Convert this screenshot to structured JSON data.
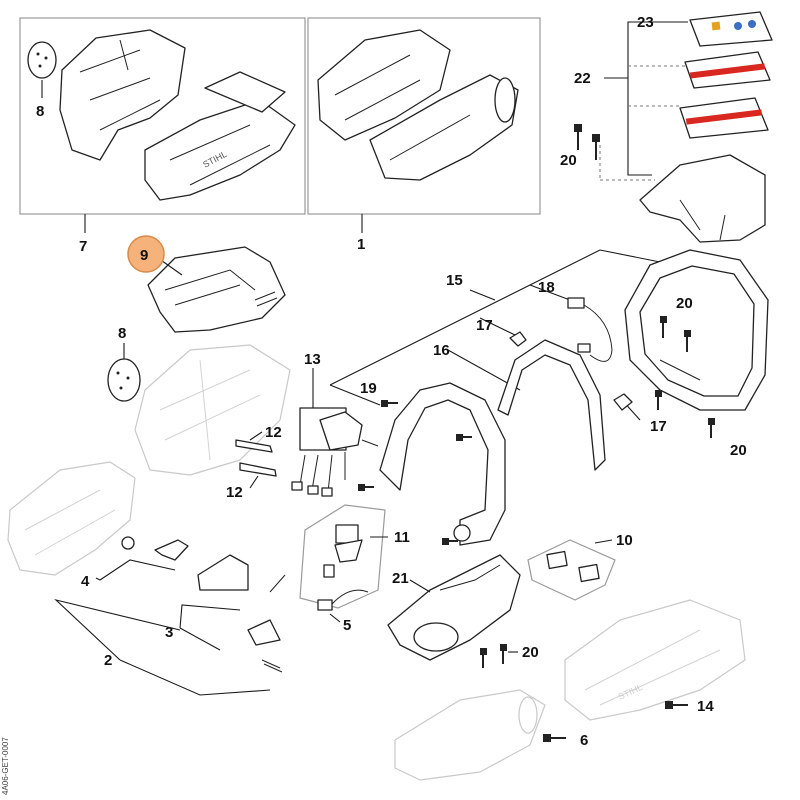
{
  "diagram": {
    "drawing_code": "4A06-GET-0007",
    "highlight_color": "#f5b27a",
    "highlight_stroke": "#d98a4a",
    "labels": {
      "p1": "1",
      "p2": "2",
      "p3": "3",
      "p4": "4",
      "p5": "5",
      "p6": "6",
      "p7": "7",
      "p8a": "8",
      "p8b": "8",
      "p9": "9",
      "p10": "10",
      "p11": "11",
      "p12a": "12",
      "p12b": "12",
      "p13": "13",
      "p14": "14",
      "p15": "15",
      "p16": "16",
      "p17a": "17",
      "p17b": "17",
      "p18": "18",
      "p19": "19",
      "p20a": "20",
      "p20b": "20",
      "p20c": "20",
      "p20d": "20",
      "p21": "21",
      "p22": "22",
      "p23": "23"
    },
    "highlighted_part": "9"
  }
}
